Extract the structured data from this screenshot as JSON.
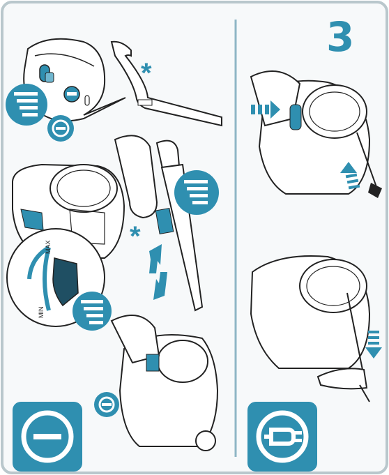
{
  "page": {
    "step_number": "3"
  },
  "dial": {
    "max_label": "MAX",
    "min_label": "MIN"
  },
  "icons": {
    "suction_icon": "max-suction-bars-icon",
    "minus_icon": "minus-circle-icon",
    "plug_icon": "power-plug-icon",
    "asterisk_icon": "asterisk-icon"
  },
  "colors": {
    "accent": "#2f8fb0",
    "frame": "#b9c7cc",
    "line": "#222222",
    "panel_bg": "#f4f6f7"
  }
}
